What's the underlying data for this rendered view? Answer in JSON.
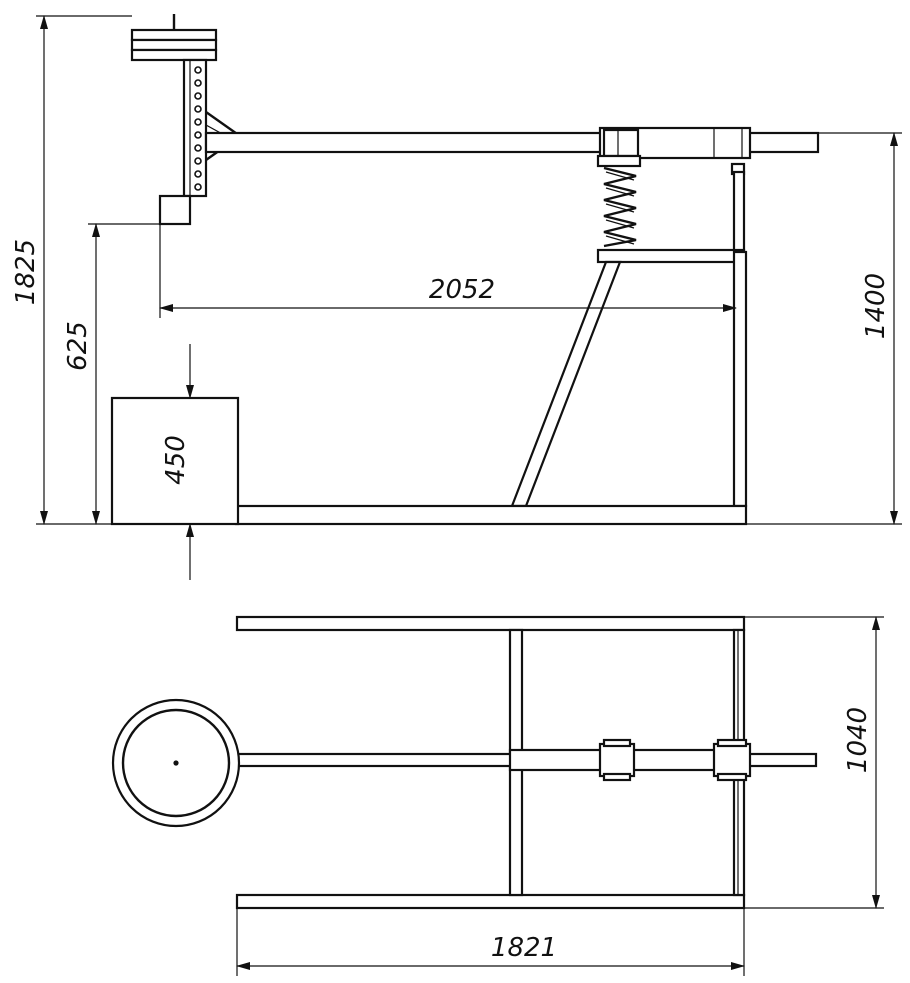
{
  "dimensions": {
    "total_height": "1825",
    "handle_height": "625",
    "seat_height": "450",
    "arm_length": "2052",
    "frame_height": "1400",
    "frame_width": "1040",
    "frame_length": "1821"
  }
}
